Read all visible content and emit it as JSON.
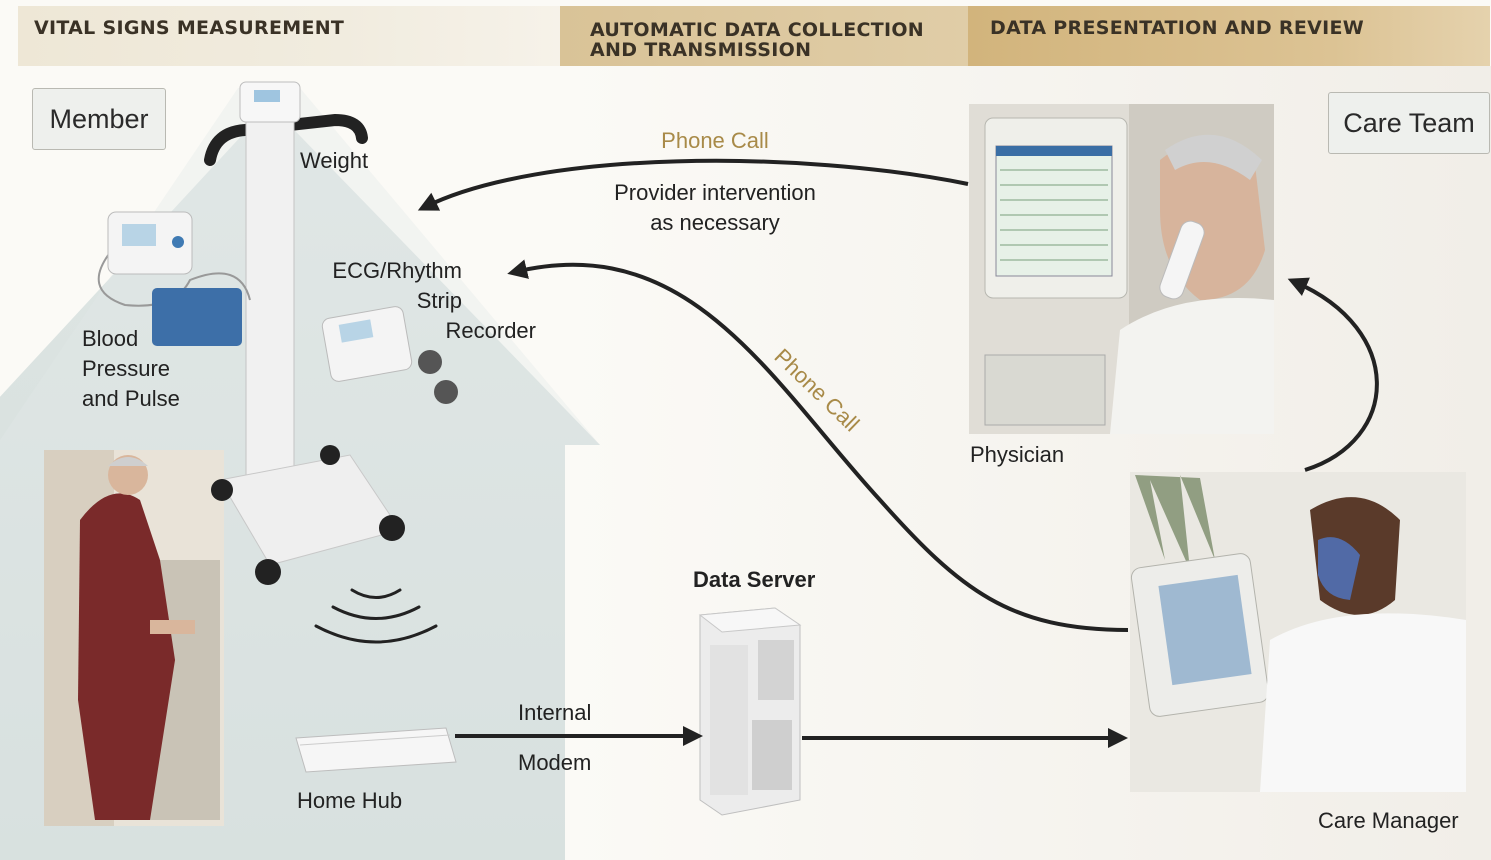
{
  "header": {
    "vital_signs": "VITAL SIGNS MEASUREMENT",
    "collection_line1": "AUTOMATIC DATA COLLECTION",
    "collection_line2": "AND TRANSMISSION",
    "presentation": "DATA PRESENTATION AND REVIEW"
  },
  "tags": {
    "member": "Member",
    "care_team": "Care Team"
  },
  "devices": {
    "weight": "Weight",
    "ecg_line1": "ECG/Rhythm",
    "ecg_line2": "Strip",
    "ecg_line3": "Recorder",
    "bp_line1": "Blood",
    "bp_line2": "Pressure",
    "bp_line3": "and Pulse",
    "home_hub": "Home Hub"
  },
  "links": {
    "phone_call_top": "Phone Call",
    "intervention_line1": "Provider intervention",
    "intervention_line2": "as necessary",
    "phone_call_diag": "Phone Call",
    "internal": "Internal",
    "modem": "Modem"
  },
  "nodes": {
    "data_server": "Data Server",
    "physician": "Physician",
    "care_manager": "Care Manager"
  },
  "colors": {
    "house": "#d6e0de",
    "arrow": "#222222",
    "gold_text": "#a88a48"
  }
}
